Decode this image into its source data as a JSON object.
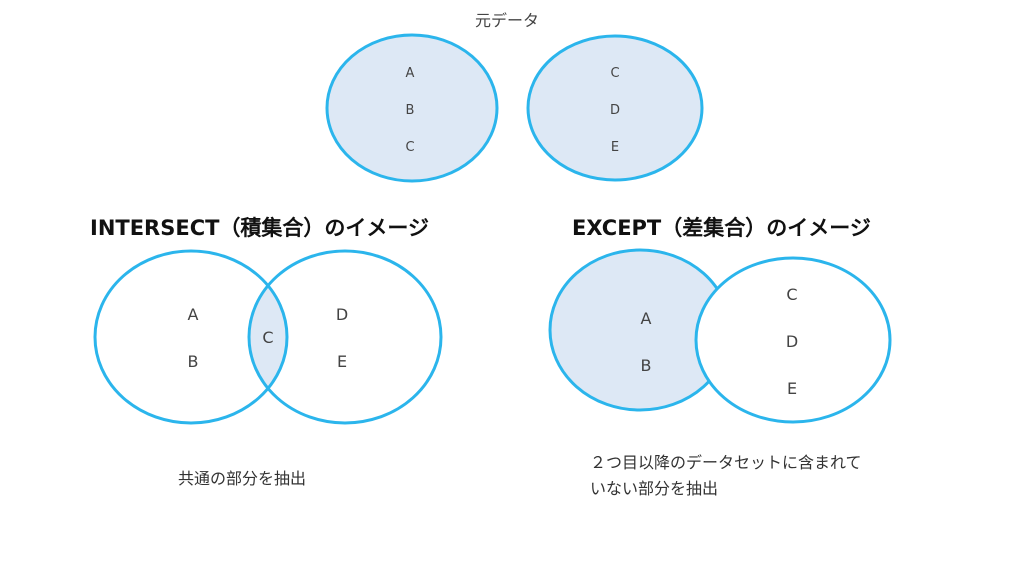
{
  "title": "元データ",
  "source_sets": [
    {
      "items": [
        "A",
        "B",
        "C"
      ]
    },
    {
      "items": [
        "C",
        "D",
        "E"
      ]
    }
  ],
  "intersect": {
    "heading": "INTERSECT（積集合）のイメージ",
    "left_only": [
      "A",
      "B"
    ],
    "common": "C",
    "right_only": [
      "D",
      "E"
    ],
    "caption": "共通の部分を抽出"
  },
  "except": {
    "heading": "EXCEPT（差集合）のイメージ",
    "left_items": [
      "A",
      "B"
    ],
    "right_items": [
      "C",
      "D",
      "E"
    ],
    "caption_line1": "２つ目以降のデータセットに含まれて",
    "caption_line2": "いない部分を抽出"
  },
  "colors": {
    "stroke": "#2bb5ec",
    "fill": "#dde8f5"
  }
}
